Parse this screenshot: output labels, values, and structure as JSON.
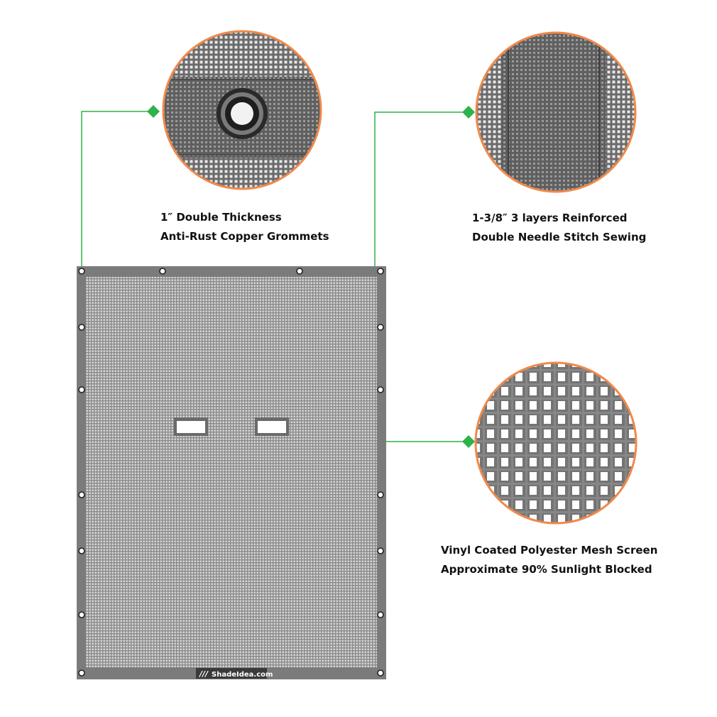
{
  "features": {
    "grommet": {
      "line1": "1″ Double Thickness",
      "line2": "Anti-Rust Copper Grommets"
    },
    "stitch": {
      "line1": "1-3/8″ 3 layers Reinforced",
      "line2": "Double Needle Stitch Sewing"
    },
    "mesh": {
      "line1": "Vinyl Coated Polyester Mesh Screen",
      "line2": "Approximate 90% Sunlight Blocked"
    }
  },
  "screen": {
    "brand_label": "ShadeIdea.com"
  },
  "colors": {
    "callout_ring": "#f0894a",
    "connector_green": "#2db34a",
    "fabric_gray": "#7b7b7b",
    "mesh_gray": "#6f6f6f"
  },
  "icons": {
    "grommet": "grommet-icon",
    "connector_marker": "diamond-marker-icon"
  }
}
